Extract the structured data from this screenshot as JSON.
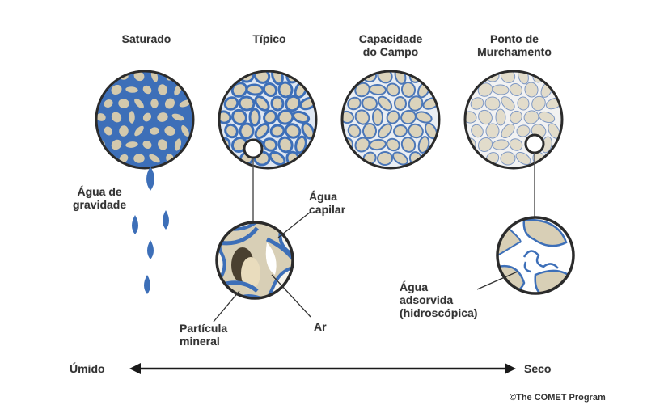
{
  "states": [
    {
      "line1": "Saturado",
      "line2": ""
    },
    {
      "line1": "Típico",
      "line2": ""
    },
    {
      "line1": "Capacidade",
      "line2": "do Campo"
    },
    {
      "line1": "Ponto de",
      "line2": "Murchamento"
    }
  ],
  "labels": {
    "gravity_water": {
      "line1": "Água de",
      "line2": "gravidade"
    },
    "capillary_water": {
      "line1": "Água",
      "line2": "capilar"
    },
    "mineral_particle": {
      "line1": "Partícula",
      "line2": "mineral"
    },
    "air": "Ar",
    "adsorbed_water": {
      "line1": "Água",
      "line2": "adsorvida",
      "line3": "(hidroscópica)"
    }
  },
  "axis": {
    "left": "Úmido",
    "right": "Seco"
  },
  "credit": "©The COMET Program",
  "colors": {
    "water": "#3d6fb8",
    "particle": "#d8cfb6",
    "outline": "#2b2b2b",
    "text": "#333333"
  }
}
